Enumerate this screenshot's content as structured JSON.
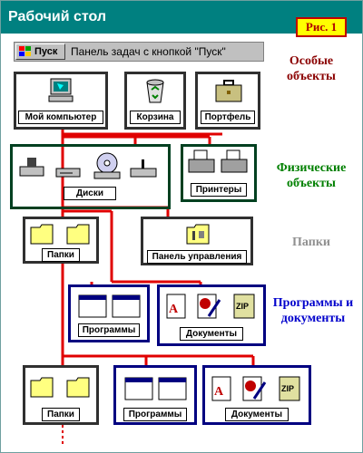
{
  "header": {
    "title": "Рабочий стол",
    "figure": "Рис. 1"
  },
  "taskbar": {
    "start_label": "Пуск",
    "caption": "Панель задач с кнопкой \"Пуск\""
  },
  "sections": {
    "special": "Особые объекты",
    "physical": "Физические объекты",
    "folders": "Папки",
    "programs": "Программы и документы"
  },
  "nodes": {
    "my_computer": "Мой компьютер",
    "recycle_bin": "Корзина",
    "briefcase": "Портфель",
    "disks": "Диски",
    "printers": "Принтеры",
    "folders_1": "Папки",
    "control_panel": "Панель управления",
    "programs_1": "Программы",
    "documents_1": "Документы",
    "folders_2": "Папки",
    "programs_2": "Программы",
    "documents_2": "Документы"
  },
  "colors": {
    "header_bg": "#008080",
    "special": "#8b0000",
    "physical": "#008000",
    "folders": "#808080",
    "programs": "#0000cc",
    "connector": "#e00000",
    "badge_bg": "#ffff00"
  }
}
